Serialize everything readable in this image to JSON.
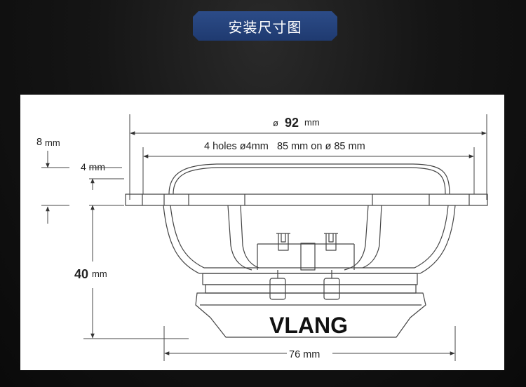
{
  "title": "安装尺寸图",
  "dimensions": {
    "outer_diameter_symbol": "ø",
    "outer_diameter_value": "92",
    "outer_diameter_unit": "mm",
    "holes_text": "4 holes ø4mm   85 mm on ø 85 mm",
    "top_offset_value": "8",
    "top_offset_unit": "mm",
    "flange_value": "4 mm",
    "depth_value": "40",
    "depth_unit": "mm",
    "magnet_width": "76 mm"
  },
  "brand_label": "VLANG",
  "colors": {
    "banner": "#23427c",
    "line": "#444444",
    "background": "#111111"
  }
}
